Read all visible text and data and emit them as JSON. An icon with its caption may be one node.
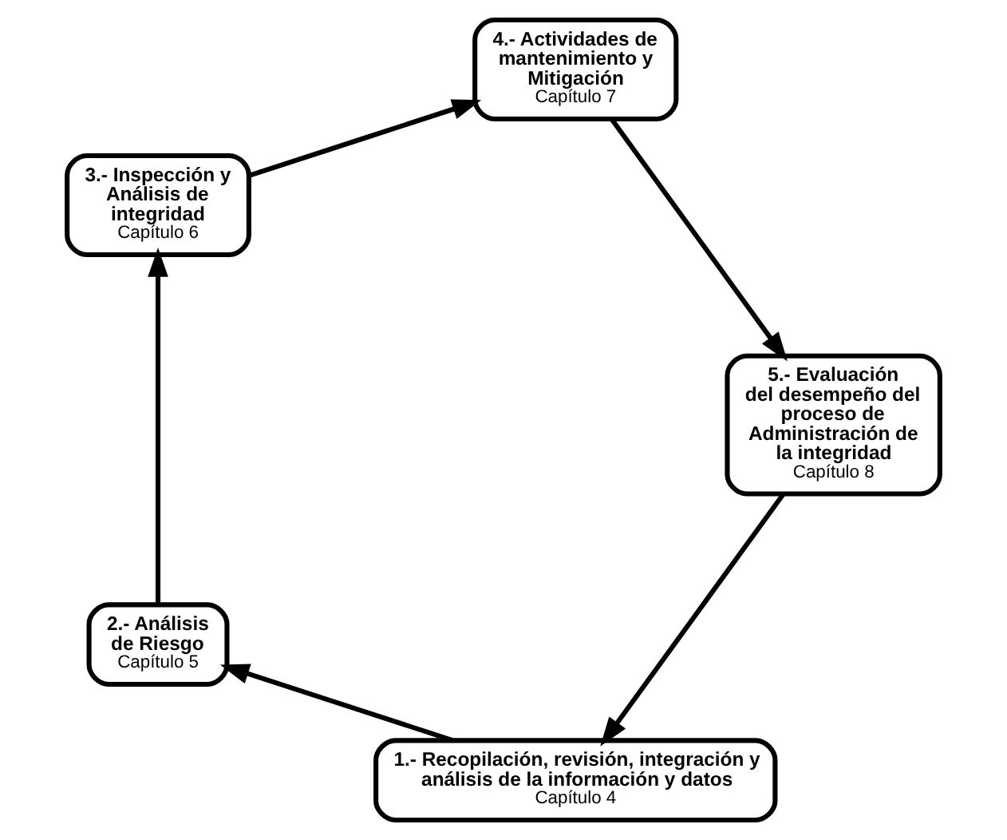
{
  "diagram": {
    "nodes": [
      {
        "text": [
          "1.- Recopilación, revisión, integración y análisis de la información y datos",
          "Capítulo 4"
        ]
      },
      {
        "text": [
          "2.- Análisis de Riesgo",
          "Capítulo 5"
        ]
      },
      {
        "text": [
          "3.- Inspección y Análisis de integridad",
          "Capítulo 6"
        ]
      },
      {
        "text": [
          "4.- Actividades de mantenimiento y Mitigación",
          "Capítulo 7"
        ]
      },
      {
        "text": [
          "5.- Evaluación del desempeño del proceso de Administración de la integridad",
          "Capítulo 8"
        ]
      }
    ],
    "edges": [
      {
        "from": 0,
        "to": 1,
        "arrow": "to"
      },
      {
        "from": 1,
        "to": 2,
        "arrow": "to"
      },
      {
        "from": 2,
        "to": 3,
        "arrow": "to"
      },
      {
        "from": 3,
        "to": 4,
        "arrow": "to"
      },
      {
        "from": 4,
        "to": 0,
        "arrow": "to"
      }
    ]
  }
}
